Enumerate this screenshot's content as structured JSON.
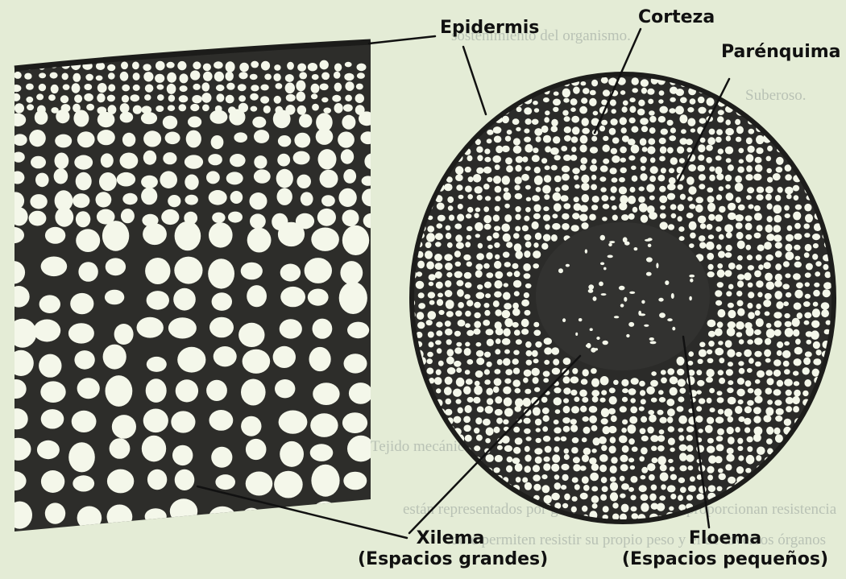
{
  "labels": {
    "epidermis": "Epidermis",
    "corteza": "Corteza",
    "parenquima": "Parénquima",
    "xilema": "Xilema",
    "xilema_sub": "(Espacios grandes)",
    "floema": "Floema",
    "floema_sub": "(Espacios pequeños)"
  },
  "background_text": {
    "line_1": "sostenimiento del organismo.",
    "line_2": "Suberoso.",
    "line_3": "Tejido mecánico",
    "line_4": "están representados por grupos de células que proporcionan resistencia",
    "line_5": "dole permiten resistir su propio peso y el de diversos órganos"
  },
  "colors": {
    "paper": "#e4ecd6",
    "cell_fill": "#f4f7ea",
    "tissue_dark": "#2a2a28",
    "ink": "#111111",
    "bleed_text": "#b9c2b5"
  }
}
